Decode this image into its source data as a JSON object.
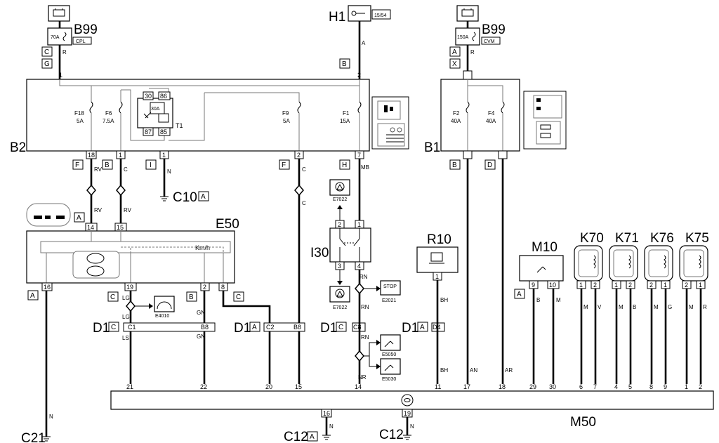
{
  "components": {
    "b99_left": "B99",
    "b99_left_fuse": "70A",
    "b99_left_tag": "CPL",
    "b99_right": "B99",
    "b99_right_fuse": "150A",
    "b99_right_tag": "CVM",
    "h1": "H1",
    "h1_tag": "15/54",
    "b2": "B2",
    "b1": "B1",
    "c10": "C10",
    "c21": "C21",
    "c12a": "C12",
    "c12b": "C12",
    "e50": "E50",
    "i30": "I30",
    "r10": "R10",
    "m10": "M10",
    "k70": "K70",
    "k71": "K71",
    "k76": "K76",
    "k75": "K75",
    "m50": "M50",
    "d1": "D1",
    "t1": "T1"
  },
  "fuses": {
    "f18": "F18",
    "f18_val": "5A",
    "f6": "F6",
    "f6_val": "7.5A",
    "f9": "F9",
    "f9_val": "5A",
    "f1": "F1",
    "f1_val": "15A",
    "f2": "F2",
    "f2_val": "40A",
    "f4": "F4",
    "f4_val": "40A",
    "relay_fuse": "30A",
    "relay_pins": [
      "30",
      "86",
      "87",
      "85"
    ]
  },
  "connectors": {
    "C": "C",
    "G": "G",
    "B": "B",
    "A": "A",
    "X": "X",
    "F": "F",
    "I": "I",
    "H": "H",
    "D": "D"
  },
  "wire_codes": {
    "R": "R",
    "A": "A",
    "RV": "RV",
    "C": "C",
    "N": "N",
    "MB": "MB",
    "LG": "LG",
    "LS": "LS",
    "GN": "GN",
    "RN": "RN",
    "NR": "NR",
    "BH": "BH",
    "AN": "AN",
    "AR": "AR",
    "B": "B",
    "M": "M",
    "V": "V",
    "G": "G"
  },
  "pins": {
    "p1": "1",
    "p2": "2",
    "p4": "4",
    "p3": "3",
    "p5": "5",
    "p6": "6",
    "p7": "7",
    "p8": "8",
    "p9": "9",
    "p10": "10",
    "p11": "11",
    "p14": "14",
    "p15": "15",
    "p16": "16",
    "p17": "17",
    "p18": "18",
    "p19": "19",
    "p20": "20",
    "p21": "21",
    "p22": "22",
    "p29": "29",
    "p30": "30",
    "c1": "C1",
    "b8": "B8",
    "c2": "C2",
    "c8": "C8",
    "d4": "D4"
  },
  "e50_display": "Km/h",
  "ref_components": {
    "e4010": "E4010",
    "e7022_top": "E7022",
    "e7022_bottom": "E7022",
    "e2021": "E2021",
    "e5050": "E5050",
    "e5030": "E5030",
    "stop": "STOP"
  }
}
